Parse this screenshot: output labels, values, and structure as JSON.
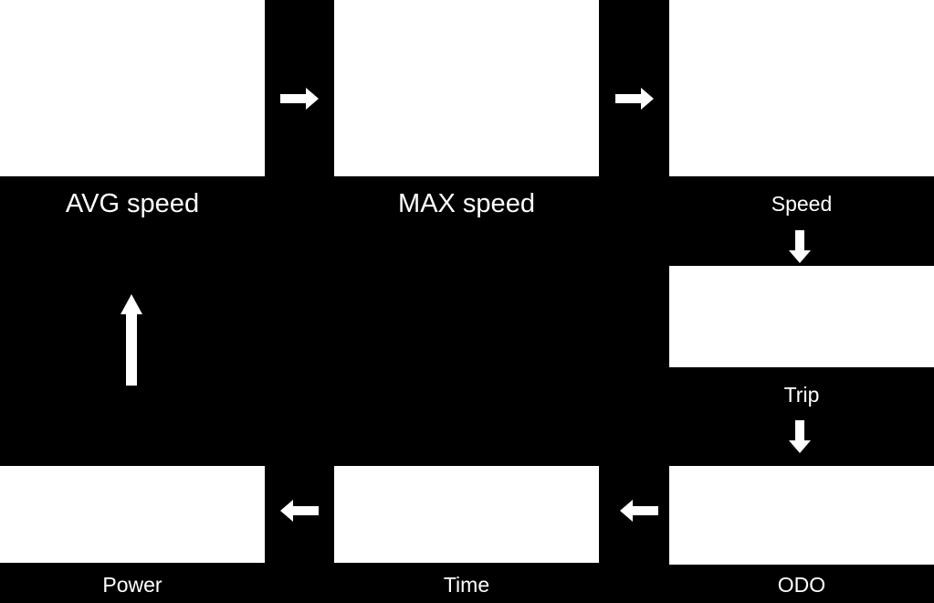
{
  "colors": {
    "background": "#000000",
    "screen": "#ffffff",
    "text": "#ffffff",
    "arrow": "#ffffff"
  },
  "screens": [
    {
      "id": "avg-speed",
      "label": "AVG speed"
    },
    {
      "id": "max-speed",
      "label": "MAX speed"
    },
    {
      "id": "speed",
      "label": "Speed"
    },
    {
      "id": "trip",
      "label": "Trip"
    },
    {
      "id": "odo",
      "label": "ODO"
    },
    {
      "id": "time",
      "label": "Time"
    },
    {
      "id": "power",
      "label": "Power"
    }
  ],
  "arrows": [
    {
      "from": "avg-speed",
      "to": "max-speed",
      "direction": "right",
      "icon": "arrow-right-icon"
    },
    {
      "from": "max-speed",
      "to": "speed",
      "direction": "right",
      "icon": "arrow-right-icon"
    },
    {
      "from": "speed",
      "to": "trip",
      "direction": "down",
      "icon": "arrow-down-icon"
    },
    {
      "from": "trip",
      "to": "odo",
      "direction": "down",
      "icon": "arrow-down-icon"
    },
    {
      "from": "odo",
      "to": "time",
      "direction": "left",
      "icon": "arrow-left-icon"
    },
    {
      "from": "time",
      "to": "power",
      "direction": "left",
      "icon": "arrow-left-icon"
    },
    {
      "from": "power",
      "to": "avg-speed",
      "direction": "up",
      "icon": "arrow-up-icon"
    }
  ]
}
